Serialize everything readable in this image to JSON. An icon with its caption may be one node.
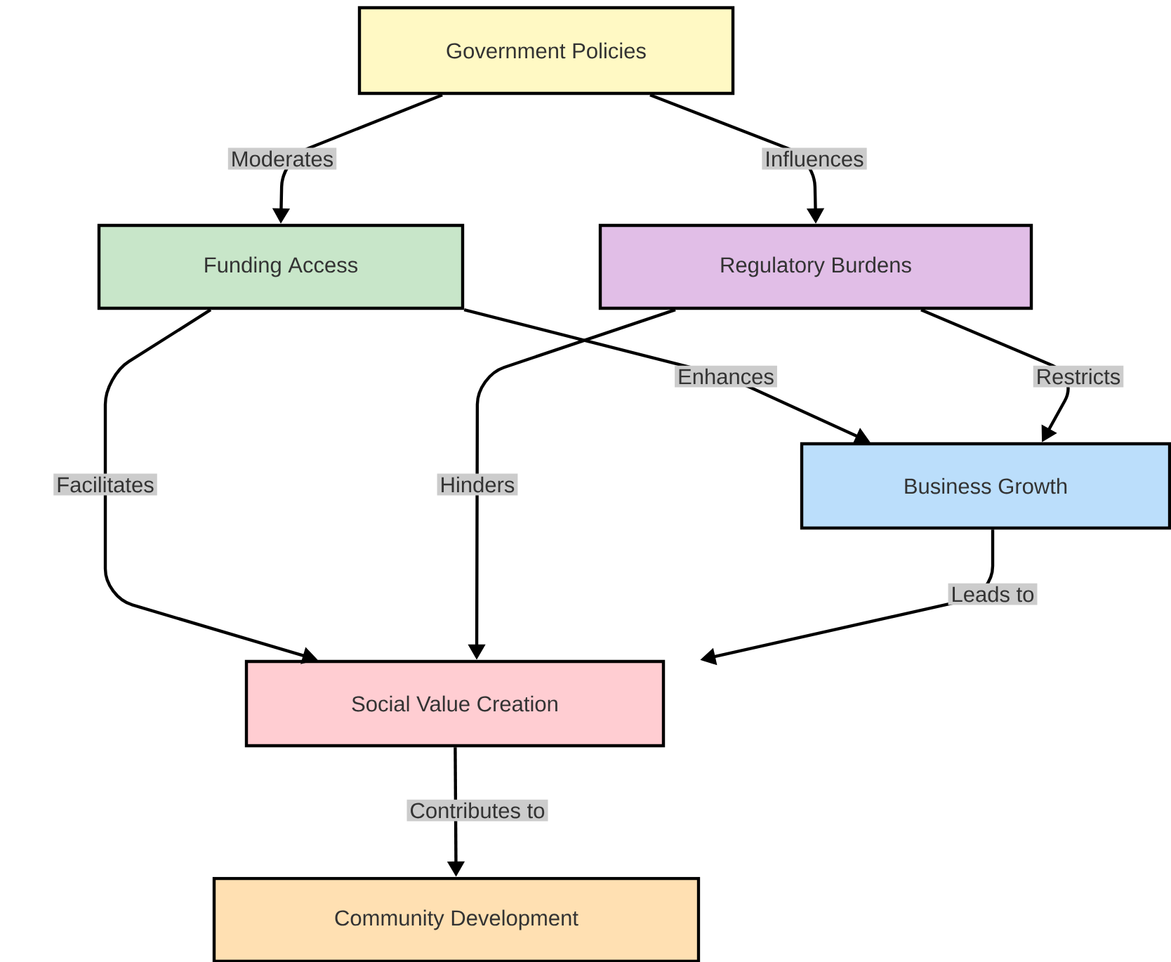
{
  "diagram": {
    "nodes": [
      {
        "text": [
          "Government Policies"
        ]
      },
      {
        "text": [
          "Funding Access"
        ]
      },
      {
        "text": [
          "Regulatory Burdens"
        ]
      },
      {
        "text": [
          "Business Growth"
        ]
      },
      {
        "text": [
          "Social Value Creation"
        ]
      },
      {
        "text": [
          "Community Development"
        ]
      }
    ],
    "edges": [
      {
        "from": 0,
        "to": 1,
        "arrow": "to",
        "label": "Moderates"
      },
      {
        "from": 0,
        "to": 2,
        "arrow": "to",
        "label": "Influences"
      },
      {
        "from": 1,
        "to": 3,
        "arrow": "to",
        "label": "Enhances"
      },
      {
        "from": 2,
        "to": 3,
        "arrow": "to",
        "label": "Restricts"
      },
      {
        "from": 1,
        "to": 4,
        "arrow": "to",
        "label": "Facilitates"
      },
      {
        "from": 2,
        "to": 4,
        "arrow": "to",
        "label": "Hinders"
      },
      {
        "from": 3,
        "to": 4,
        "arrow": "to",
        "label": "Leads to"
      },
      {
        "from": 4,
        "to": 5,
        "arrow": "to",
        "label": "Contributes to"
      }
    ]
  }
}
